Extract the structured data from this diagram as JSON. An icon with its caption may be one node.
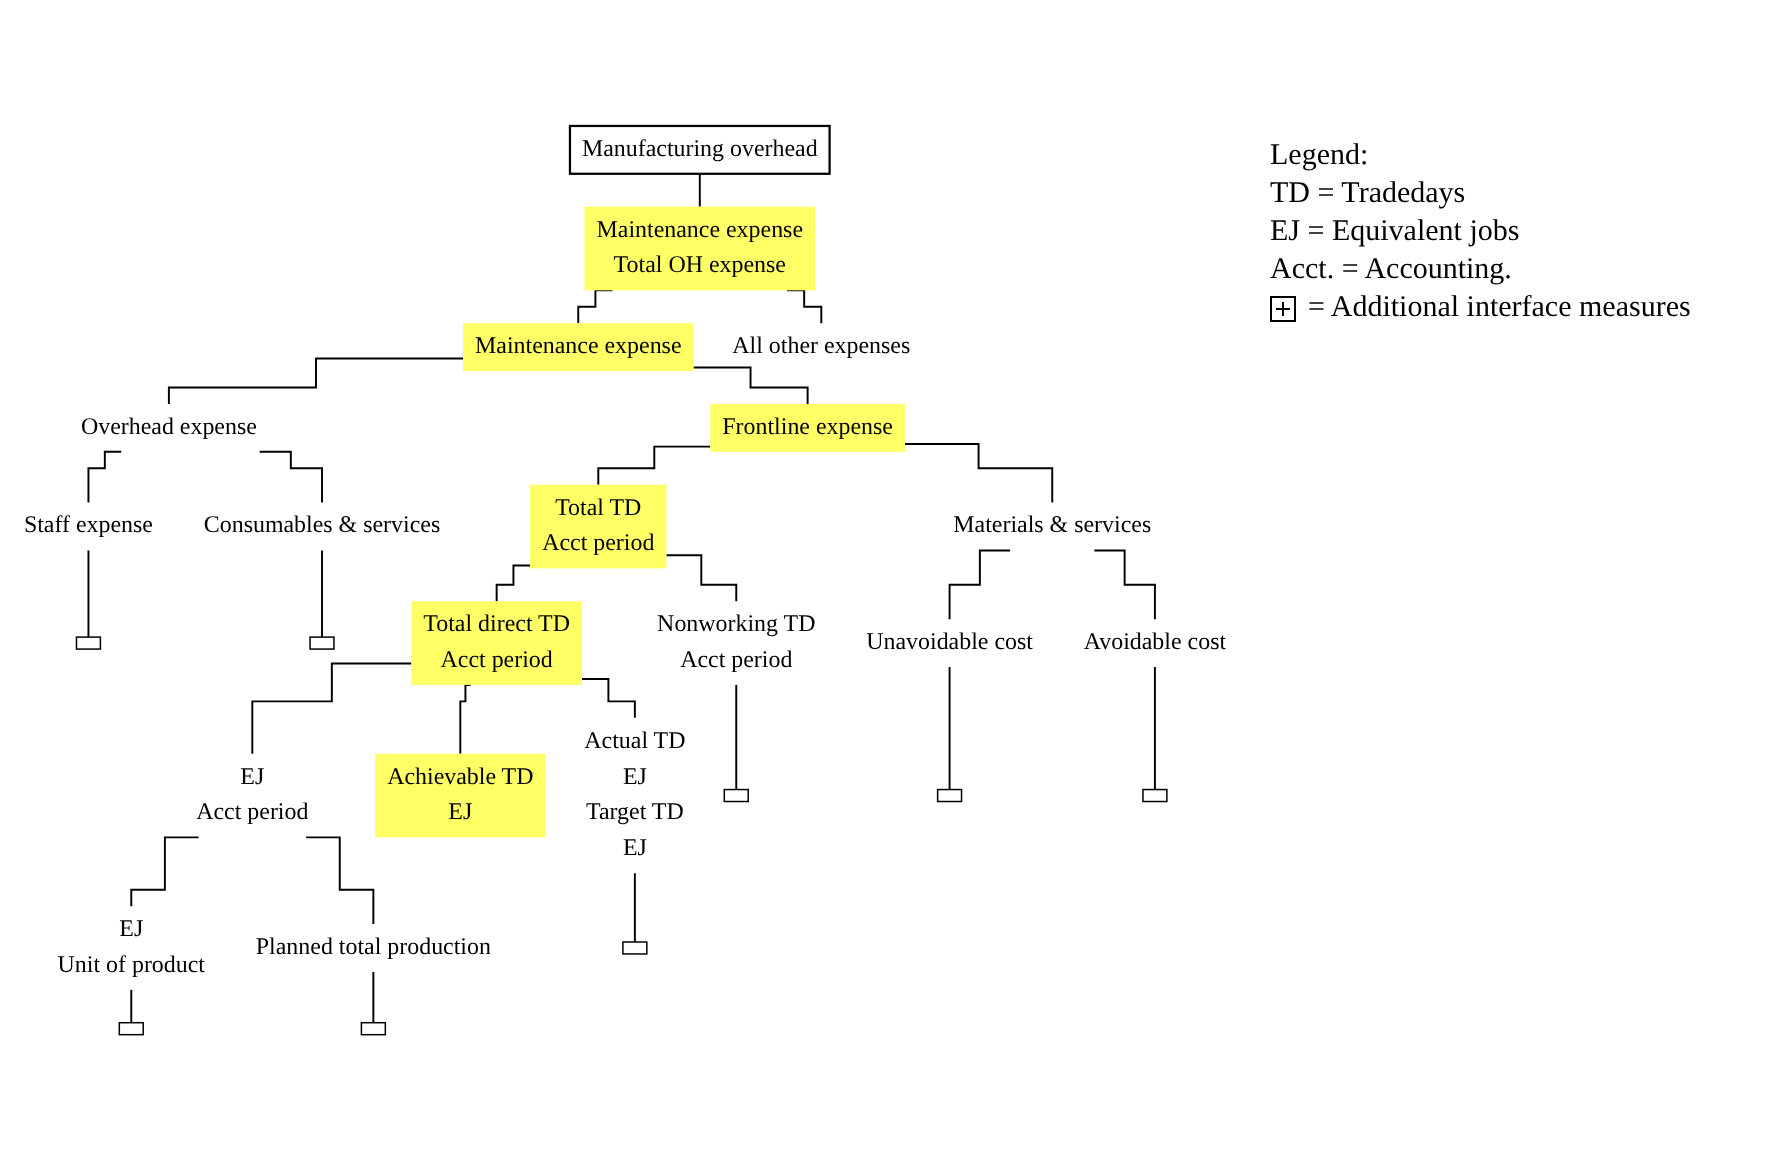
{
  "diagram": {
    "nodes": [
      {
        "text": [
          "Manufacturing overhead"
        ]
      },
      {
        "text": [
          "Maintenance expense",
          "Total OH expense"
        ]
      },
      {
        "text": [
          "Maintenance expense"
        ]
      },
      {
        "text": [
          "All other expenses"
        ]
      },
      {
        "text": [
          "Overhead expense"
        ]
      },
      {
        "text": [
          "Frontline expense"
        ]
      },
      {
        "text": [
          "Staff expense"
        ]
      },
      {
        "text": [
          "Consumables & services"
        ]
      },
      {
        "text": [],
        "shape": "box"
      },
      {
        "text": [],
        "shape": "box"
      },
      {
        "text": [
          "Total TD",
          "Acct period"
        ]
      },
      {
        "text": [
          "Materials & services"
        ]
      },
      {
        "text": [
          "Total direct TD",
          "Acct period"
        ]
      },
      {
        "text": [
          "Nonworking TD",
          "Acct period"
        ]
      },
      {
        "text": [
          "Unavoidable cost"
        ]
      },
      {
        "text": [
          "Avoidable cost"
        ]
      },
      {
        "text": [],
        "shape": "box"
      },
      {
        "text": [],
        "shape": "box"
      },
      {
        "text": [],
        "shape": "box"
      },
      {
        "text": [
          "EJ",
          "Acct period"
        ]
      },
      {
        "text": [
          "Achievable TD",
          "EJ"
        ]
      },
      {
        "text": [
          "Actual TD",
          "EJ",
          "Target TD",
          "EJ"
        ]
      },
      {
        "text": [
          "EJ",
          "Unit of product"
        ]
      },
      {
        "text": [
          "Planned total production"
        ]
      },
      {
        "text": [],
        "shape": "box"
      },
      {
        "text": [],
        "shape": "box"
      },
      {
        "text": [],
        "shape": "box"
      }
    ],
    "edges": [
      {
        "from": 0,
        "to": 1,
        "arrow": "none"
      },
      {
        "from": 1,
        "to": 2,
        "arrow": "none"
      },
      {
        "from": 1,
        "to": 3,
        "arrow": "none"
      },
      {
        "from": 2,
        "to": 4,
        "arrow": "none"
      },
      {
        "from": 2,
        "to": 5,
        "arrow": "none"
      },
      {
        "from": 4,
        "to": 6,
        "arrow": "none"
      },
      {
        "from": 4,
        "to": 7,
        "arrow": "none"
      },
      {
        "from": 6,
        "to": 8,
        "arrow": "none"
      },
      {
        "from": 7,
        "to": 9,
        "arrow": "none"
      },
      {
        "from": 5,
        "to": 10,
        "arrow": "none"
      },
      {
        "from": 5,
        "to": 11,
        "arrow": "none"
      },
      {
        "from": 10,
        "to": 12,
        "arrow": "none"
      },
      {
        "from": 10,
        "to": 13,
        "arrow": "none"
      },
      {
        "from": 11,
        "to": 14,
        "arrow": "none"
      },
      {
        "from": 11,
        "to": 15,
        "arrow": "none"
      },
      {
        "from": 13,
        "to": 16,
        "arrow": "none"
      },
      {
        "from": 14,
        "to": 17,
        "arrow": "none"
      },
      {
        "from": 15,
        "to": 18,
        "arrow": "none"
      },
      {
        "from": 12,
        "to": 19,
        "arrow": "none"
      },
      {
        "from": 12,
        "to": 20,
        "arrow": "none"
      },
      {
        "from": 12,
        "to": 21,
        "arrow": "none"
      },
      {
        "from": 21,
        "to": 24,
        "arrow": "none"
      },
      {
        "from": 19,
        "to": 22,
        "arrow": "none"
      },
      {
        "from": 19,
        "to": 23,
        "arrow": "none"
      },
      {
        "from": 22,
        "to": 25,
        "arrow": "none"
      },
      {
        "from": 23,
        "to": 26,
        "arrow": "none"
      }
    ],
    "labels": [
      "Legend:"
    ],
    "legend": [
      {
        "text": "TD = Tradedays"
      },
      {
        "text": "EJ = Equivalent jobs"
      },
      {
        "text": "Acct. = Accounting."
      },
      {
        "text": "= Additional interface measures"
      }
    ]
  }
}
